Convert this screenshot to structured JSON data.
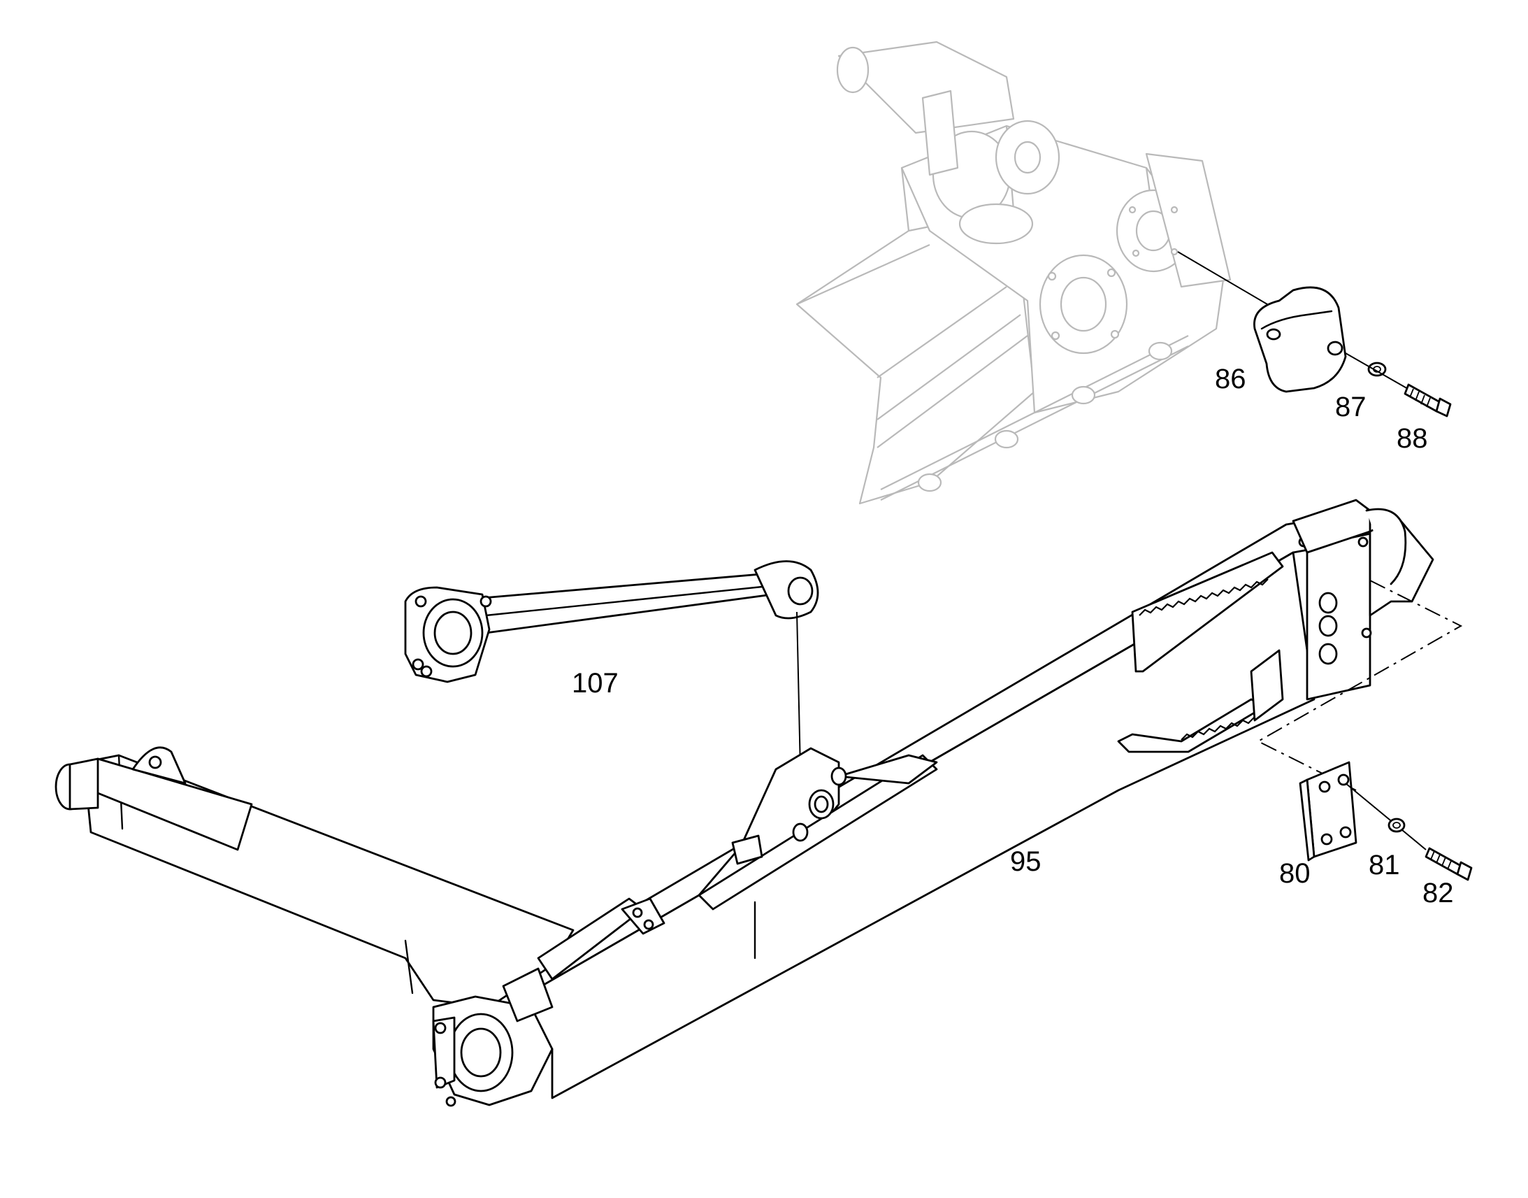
{
  "callouts": {
    "c86": "86",
    "c87": "87",
    "c88": "88",
    "c107": "107",
    "c95": "95",
    "c80": "80",
    "c81": "81",
    "c82": "82"
  },
  "colors": {
    "line": "#000000",
    "faded_assembly": "#b9b9b9",
    "background": "#ffffff"
  }
}
